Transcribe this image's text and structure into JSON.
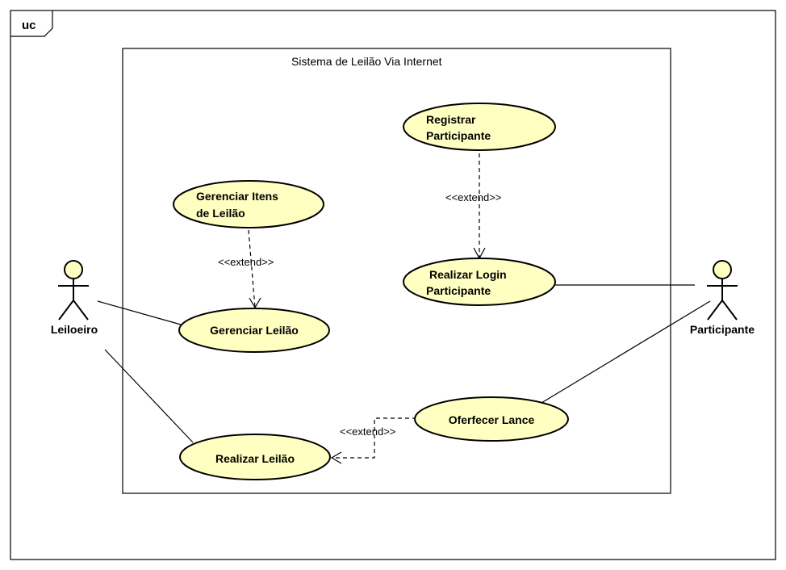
{
  "frame": {
    "label": "uc"
  },
  "system": {
    "title": "Sistema de Leilão Via Internet"
  },
  "actors": {
    "leiloeiro": "Leiloeiro",
    "participante": "Participante"
  },
  "use_cases": {
    "registrar_participante": [
      "Registrar",
      "Participante"
    ],
    "gerenciar_itens": [
      "Gerenciar Itens",
      "de Leilão"
    ],
    "realizar_login": [
      "Realizar Login",
      "Participante"
    ],
    "gerenciar_leilao": "Gerenciar Leilão",
    "oferecer_lance": "Oferfecer Lance",
    "realizar_leilao": "Realizar Leilão"
  },
  "relations": {
    "extend_itens_to_gerenciar": "<<extend>>",
    "extend_registrar_to_login": "<<extend>>",
    "extend_lance_to_leilao": "<<extend>>"
  },
  "colors": {
    "use_case_fill": "#ffffc2",
    "stroke": "#000000"
  }
}
